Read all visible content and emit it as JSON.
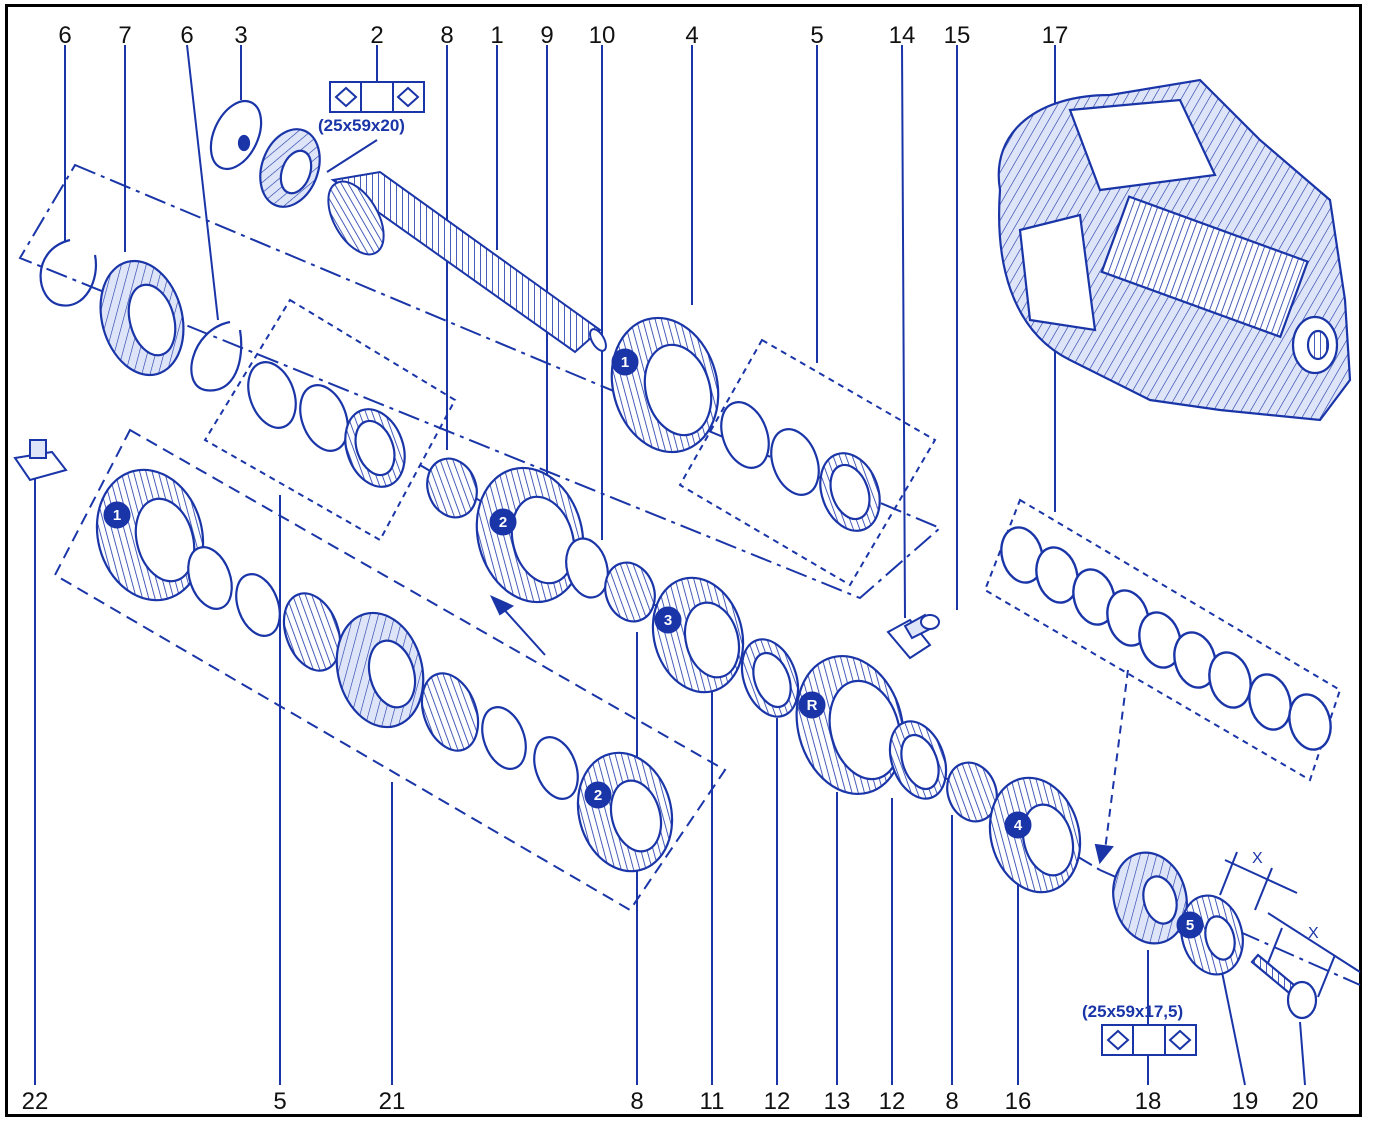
{
  "labels": {
    "top": [
      "6",
      "7",
      "6",
      "3",
      "2",
      "8",
      "1",
      "9",
      "10",
      "4",
      "5",
      "14",
      "15",
      "17"
    ],
    "bottom": [
      "22",
      "5",
      "21",
      "8",
      "11",
      "12",
      "13",
      "12",
      "8",
      "16",
      "18",
      "19",
      "20"
    ]
  },
  "specs": {
    "bearing_top": "(25x59x20)",
    "bearing_bottom": "(25x59x17,5)"
  },
  "gear_marks": {
    "first_top": "1",
    "first_left": "1",
    "second_center": "2",
    "second_left": "2",
    "third": "3",
    "reverse": "R",
    "fourth": "4",
    "fifth": "5"
  },
  "dimension": {
    "x1": "X",
    "x2": "X"
  },
  "colors": {
    "ink": "#1a35a8",
    "badge": "#1a35a8",
    "frame": "#000000"
  }
}
